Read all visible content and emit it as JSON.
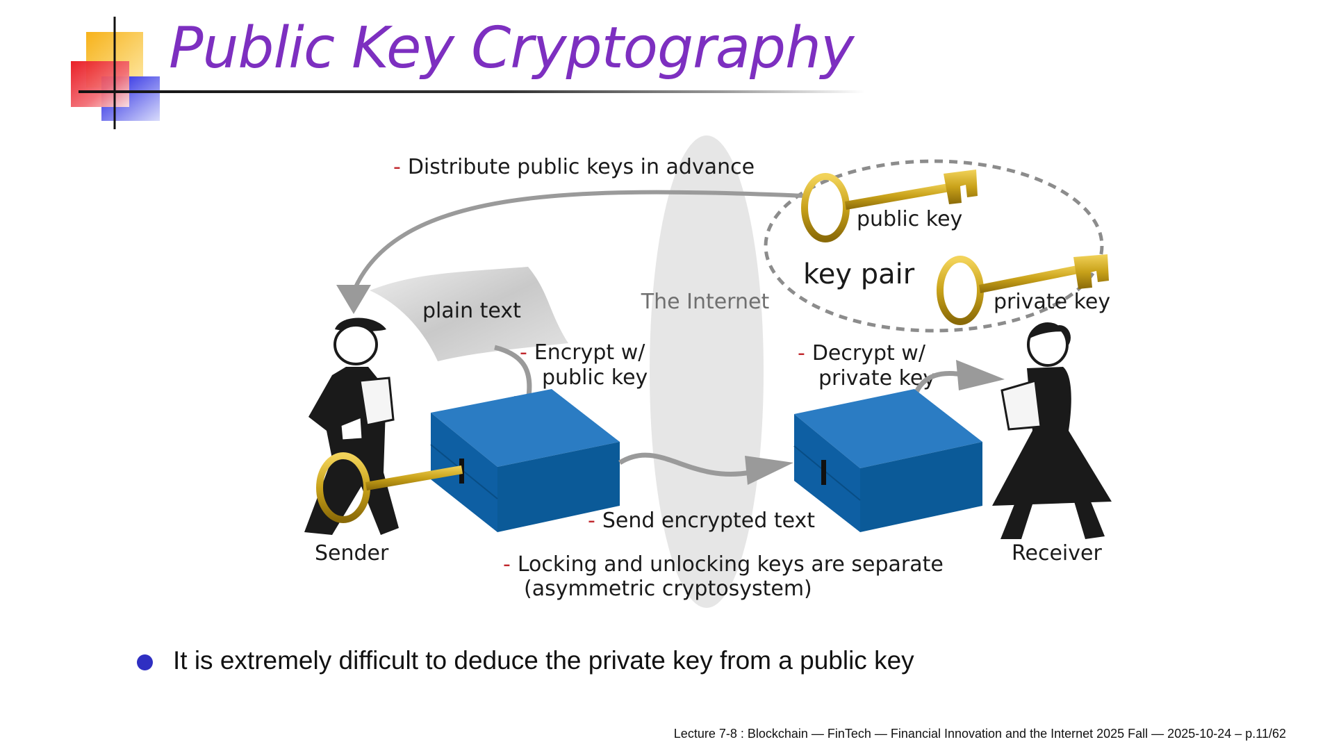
{
  "slide": {
    "title": "Public Key Cryptography"
  },
  "diagram": {
    "distribute": "Distribute public keys in advance",
    "public_key": "public key",
    "key_pair": "key pair",
    "private_key": "private key",
    "plain_text": "plain text",
    "internet": "The Internet",
    "encrypt_line1": "Encrypt w/",
    "encrypt_line2": "public key",
    "decrypt_line1": "Decrypt w/",
    "decrypt_line2": "private key",
    "send": "Send encrypted text",
    "separate_line1": "Locking and unlocking keys are separate",
    "separate_line2": "(asymmetric cryptosystem)",
    "sender": "Sender",
    "receiver": "Receiver",
    "dash": "-"
  },
  "bullets": [
    "It is extremely difficult to deduce the private key from a public key"
  ],
  "footer": "Lecture 7-8 : Blockchain — FinTech — Financial Innovation and the Internet 2025 Fall — 2025-10-24 – p.11/62",
  "colors": {
    "title": "#7d2fc0",
    "bullet": "#2f2fc2",
    "box_blue": "#0e5fa3",
    "key_gold": "#c9a21a",
    "dash_red": "#c0272d",
    "arrow_gray": "#9a9a9a"
  }
}
